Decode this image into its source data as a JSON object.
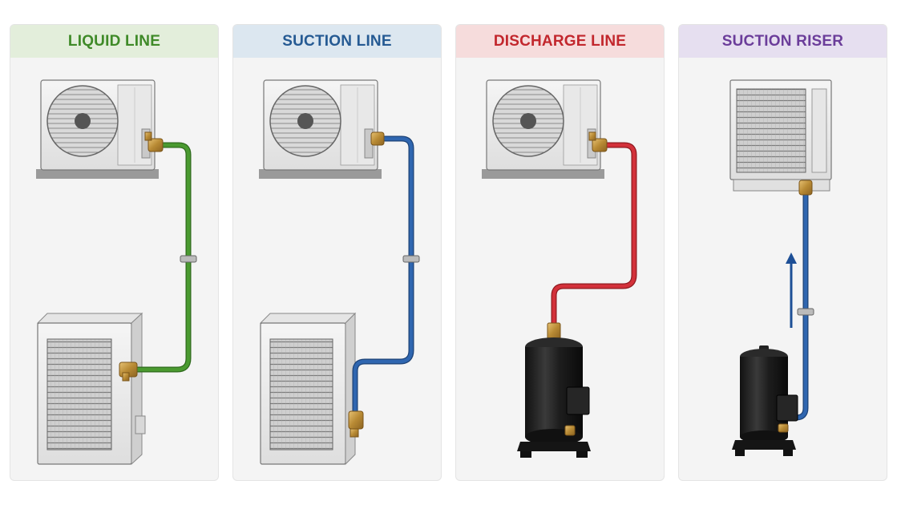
{
  "panels": [
    {
      "id": "liquid-line",
      "title": "LIQUID LINE",
      "accent": "#3f8a28",
      "pipe_color": "#4a9a30"
    },
    {
      "id": "suction-line",
      "title": "SUCTION LINE",
      "accent": "#255a93",
      "pipe_color": "#2f66b0"
    },
    {
      "id": "discharge-line",
      "title": "DISCHARGE LINE",
      "accent": "#c2272d",
      "pipe_color": "#d3313a"
    },
    {
      "id": "suction-riser",
      "title": "SUCTION RISER",
      "accent": "#6b3d9a",
      "pipe_color": "#2f66b0"
    }
  ],
  "components": {
    "indoor_unit": "air-handler-fan-unit-icon",
    "outdoor_unit": "condenser-coil-unit-icon",
    "compressor": "scroll-compressor-icon",
    "flow_arrow": "arrow-up-icon",
    "valve": "brass-service-valve-icon",
    "pipe_clamp": "pipe-clamp-icon"
  }
}
